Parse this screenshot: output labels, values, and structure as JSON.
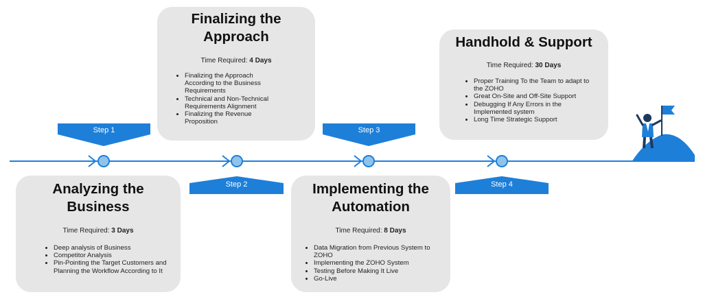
{
  "steps": [
    {
      "label": "Step 1"
    },
    {
      "label": "Step 2"
    },
    {
      "label": "Step 3"
    },
    {
      "label": "Step 4"
    }
  ],
  "phases": [
    {
      "title_line1": "Analyzing the",
      "title_line2": "Business",
      "time_label": "Time Required: ",
      "time_value": "3 Days",
      "items": [
        [
          "Deep analysis of Business"
        ],
        [
          "Competitor Analysis"
        ],
        [
          "Pin-Pointing the Target Customers and",
          "Planning the Workflow According to It"
        ]
      ]
    },
    {
      "title_line1": "Finalizing the",
      "title_line2": "Approach",
      "time_label": "Time Required: ",
      "time_value": "4 Days",
      "items": [
        [
          "Finalizing the Approach",
          "According to the Business",
          "Requirements"
        ],
        [
          "Technical and Non-Technical",
          "Requirements Alignment"
        ],
        [
          "Finalizing the Revenue",
          "Proposition"
        ]
      ]
    },
    {
      "title_line1": "Implementing the",
      "title_line2": "Automation",
      "time_label": "Time Required: ",
      "time_value": "8 Days",
      "items": [
        [
          "Data Migration from Previous System to",
          "ZOHO"
        ],
        [
          "Implementing the ZOHO System"
        ],
        [
          "Testing Before Making It Live"
        ],
        [
          "Go-Live"
        ]
      ]
    },
    {
      "title_line1": "Handhold & Support",
      "title_line2": "",
      "time_label": "Time Required: ",
      "time_value": "30 Days",
      "items": [
        [
          "Proper Training To the Team to adapt to",
          "the ZOHO"
        ],
        [
          "Great On-Site and Off-Site Support"
        ],
        [
          "Debugging If Any Errors in the",
          "Implemented system"
        ],
        [
          "Long Time Strategic Support"
        ]
      ]
    }
  ],
  "colors": {
    "accent": "#1e7fd9",
    "node_fill": "#8fc3ea",
    "card": "#e6e6e6",
    "figure_dark": "#1d3a5c"
  }
}
